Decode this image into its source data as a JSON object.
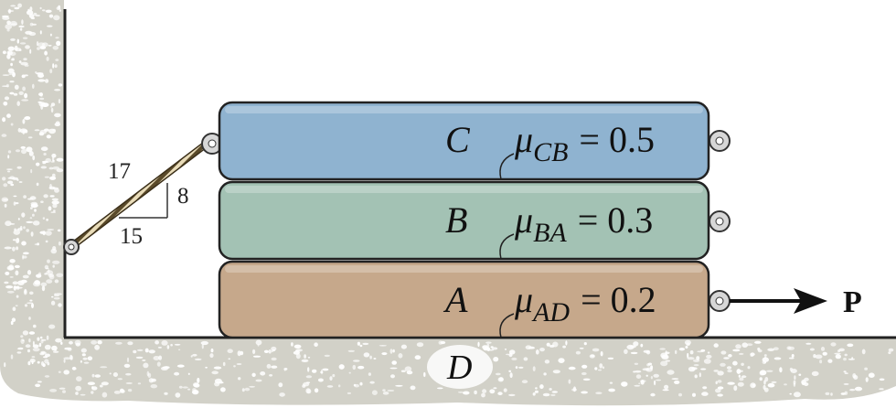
{
  "colors": {
    "block_C": "#8fb3d0",
    "block_B": "#a3c2b4",
    "block_A": "#c6a88b",
    "ground": "#d2d1c8",
    "ground_edge": "#bdbcb1",
    "stone": "#ffffff",
    "outline": "#222222"
  },
  "blocks": [
    {
      "id": "C",
      "label": "C",
      "mu": "μ",
      "mu_sub": "CB",
      "mu_value": "= 0.5"
    },
    {
      "id": "B",
      "label": "B",
      "mu": "μ",
      "mu_sub": "BA",
      "mu_value": "= 0.3"
    },
    {
      "id": "A",
      "label": "A",
      "mu": "μ",
      "mu_sub": "AD",
      "mu_value": "= 0.2"
    }
  ],
  "slope_triangle": {
    "hypotenuse": "17",
    "rise": "8",
    "run": "15"
  },
  "ground_label": "D",
  "force_label": "P",
  "icons": [
    "cable-rope",
    "eyelet-ring",
    "force-arrow"
  ]
}
